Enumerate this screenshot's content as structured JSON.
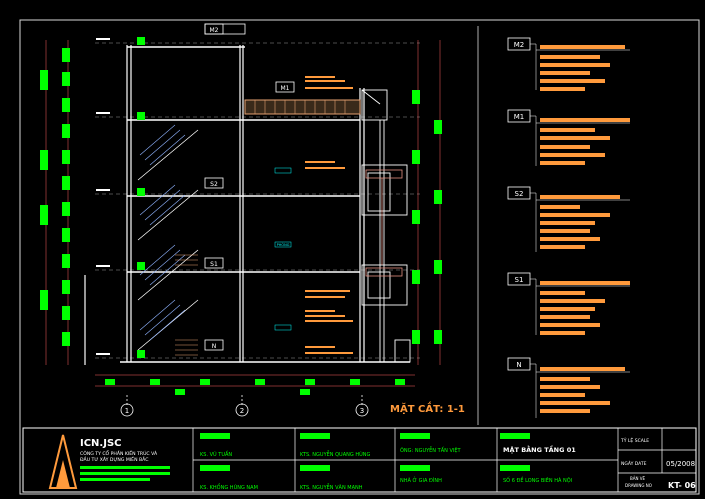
{
  "section": {
    "title": "MẶT CẮT: 1-1",
    "axes": [
      "1",
      "2",
      "3"
    ],
    "level_tags": [
      "M2",
      "M1",
      "S2",
      "S1",
      "N"
    ],
    "room_label": "PHÒNG"
  },
  "legend": {
    "tags": [
      "M2",
      "M1",
      "S2",
      "S1",
      "N"
    ]
  },
  "titleblock": {
    "company_code": "ICN.JSC",
    "company_line1": "CÔNG TY CỔ PHẦN KIẾN TRÚC VÀ",
    "company_line2": "ĐẦU TƯ XÂY DỰNG MIỀN BẮC",
    "person1": "KS. VŨ TUẤN",
    "person2": "KS. KHỔNG HÙNG NAM",
    "person3": "KTS. NGUYỄN QUANG HÙNG",
    "person4": "KTS. NGUYỄN VĂN MẠNH",
    "client_line1": "ÔNG: NGUYỄN TẤN VIỆT",
    "client_line2": "NHÀ Ở GIA ĐÌNH",
    "drawing_name": "MẶT BẰNG TẦNG 01",
    "address": "SỐ 6 ĐỀ LONG BIÊN HÀ NỘI",
    "scale_label": "TỶ LỆ SCALE",
    "date_label": "NGÀY DATE",
    "date_value": "05/2008",
    "sheet_label1": "BẢN VẼ",
    "sheet_label2": "DRAWING NO",
    "sheet_no": "KT- 06"
  }
}
